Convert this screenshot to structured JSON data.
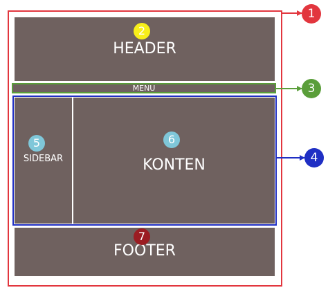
{
  "colors": {
    "outer_border": "#e2363e",
    "block_fill": "#6f615f",
    "menu_border": "#5a9e3a",
    "content_border": "#1f2fc4",
    "badge_header": "#f7ef1a",
    "badge_sidebar_konten": "#7fc7d9",
    "badge_footer": "#9b1c22",
    "text": "#ffffff"
  },
  "labels": {
    "header": "HEADER",
    "menu": "MENU",
    "sidebar": "SIDEBAR",
    "konten": "KONTEN",
    "footer": "FOOTER"
  },
  "badges": {
    "b1": "1",
    "b2": "2",
    "b3": "3",
    "b4": "4",
    "b5": "5",
    "b6": "6",
    "b7": "7"
  }
}
